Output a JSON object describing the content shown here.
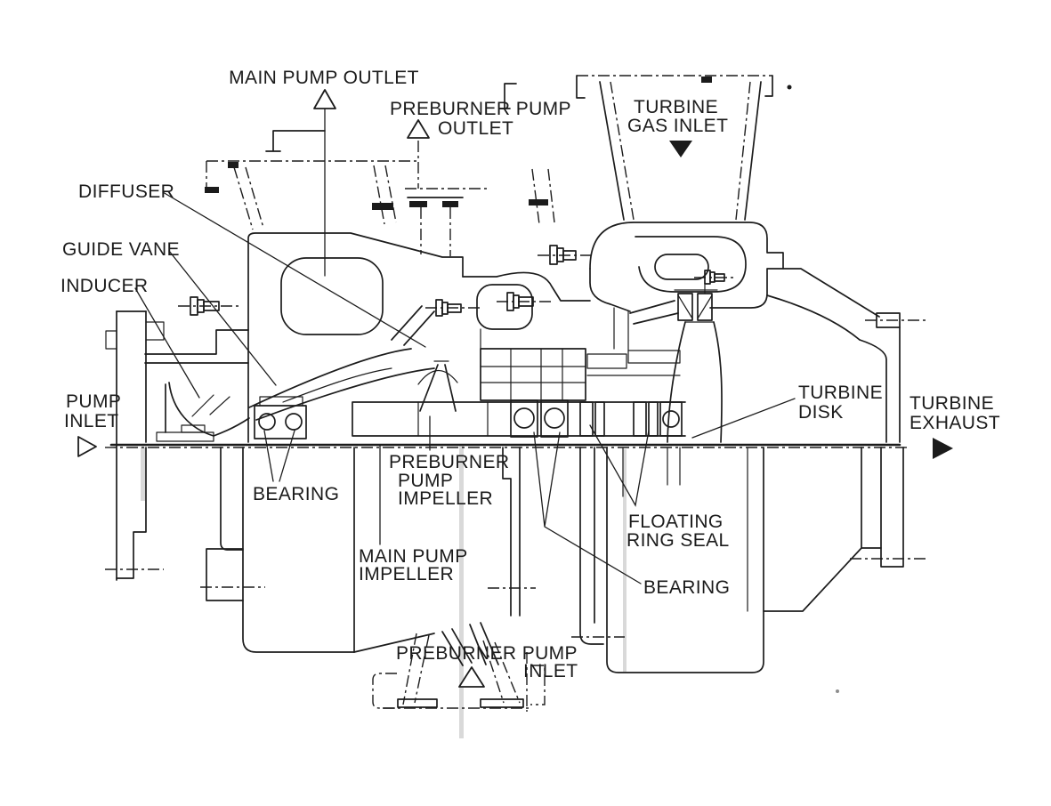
{
  "figure": {
    "type": "engineering-cross-section",
    "subject": "turbopump cutaway diagram",
    "background_color": "#ffffff",
    "line_color": "#1c1c1c"
  },
  "callouts": {
    "main_pump_outlet": {
      "text": "MAIN PUMP OUTLET",
      "marker": "triangle-outline-up"
    },
    "preburner_pump_outlet": {
      "line1": "PREBURNER PUMP",
      "line2": "OUTLET",
      "marker": "triangle-outline-up"
    },
    "turbine_gas_inlet": {
      "line1": "TURBINE",
      "line2": "GAS INLET",
      "marker": "triangle-filled-down"
    },
    "diffuser": {
      "text": "DIFFUSER"
    },
    "guide_vane": {
      "text": "GUIDE VANE"
    },
    "inducer": {
      "text": "INDUCER"
    },
    "pump_inlet": {
      "line1": "PUMP",
      "line2": "INLET",
      "marker": "triangle-outline-right"
    },
    "bearing_pump": {
      "text": "BEARING"
    },
    "preburner_pump_impeller": {
      "line1": "PREBURNER",
      "line2": "PUMP",
      "line3": "IMPELLER"
    },
    "main_pump_impeller": {
      "line1": "MAIN PUMP",
      "line2": "IMPELLER"
    },
    "floating_ring_seal": {
      "line1": "FLOATING",
      "line2": "RING SEAL"
    },
    "bearing_turbine": {
      "text": "BEARING"
    },
    "turbine_disk": {
      "line1": "TURBINE",
      "line2": "DISK"
    },
    "turbine_exhaust": {
      "line1": "TURBINE",
      "line2": "EXHAUST",
      "marker": "triangle-filled-right"
    },
    "preburner_pump_inlet": {
      "line1": "PREBURNER PUMP",
      "line2": "INLET",
      "marker": "triangle-outline-up"
    }
  }
}
